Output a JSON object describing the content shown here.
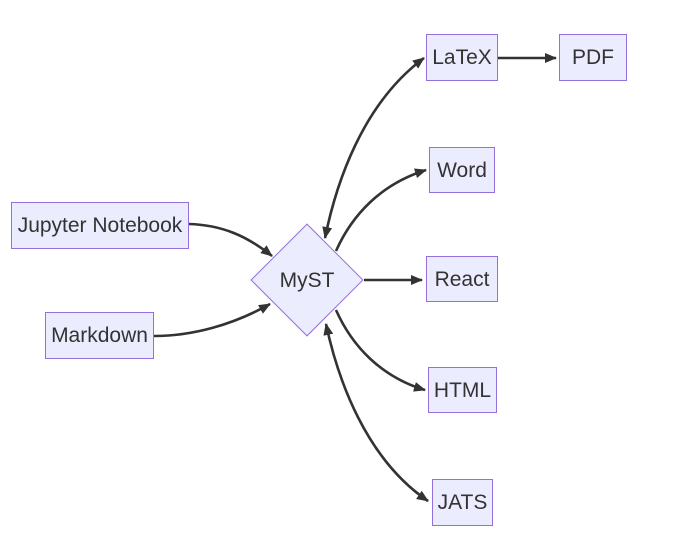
{
  "diagram": {
    "type": "flowchart",
    "direction": "left-to-right",
    "colors": {
      "node_fill": "#ECECFF",
      "node_border": "#9370DB",
      "edge_color": "#333333",
      "text_color": "#333333",
      "background": "#FFFFFF"
    },
    "nodes": {
      "jupyter": {
        "label": "Jupyter Notebook",
        "shape": "rectangle"
      },
      "markdown": {
        "label": "Markdown",
        "shape": "rectangle"
      },
      "myst": {
        "label": "MyST",
        "shape": "diamond"
      },
      "latex": {
        "label": "LaTeX",
        "shape": "rectangle"
      },
      "pdf": {
        "label": "PDF",
        "shape": "rectangle"
      },
      "word": {
        "label": "Word",
        "shape": "rectangle"
      },
      "react": {
        "label": "React",
        "shape": "rectangle"
      },
      "html": {
        "label": "HTML",
        "shape": "rectangle"
      },
      "jats": {
        "label": "JATS",
        "shape": "rectangle"
      }
    },
    "edges": [
      {
        "from": "Jupyter Notebook",
        "to": "MyST",
        "arrow": "forward"
      },
      {
        "from": "Markdown",
        "to": "MyST",
        "arrow": "forward"
      },
      {
        "from": "MyST",
        "to": "LaTeX",
        "arrow": "bidirectional"
      },
      {
        "from": "LaTeX",
        "to": "PDF",
        "arrow": "forward"
      },
      {
        "from": "MyST",
        "to": "Word",
        "arrow": "forward"
      },
      {
        "from": "MyST",
        "to": "React",
        "arrow": "forward"
      },
      {
        "from": "MyST",
        "to": "HTML",
        "arrow": "forward"
      },
      {
        "from": "MyST",
        "to": "JATS",
        "arrow": "bidirectional"
      }
    ]
  }
}
